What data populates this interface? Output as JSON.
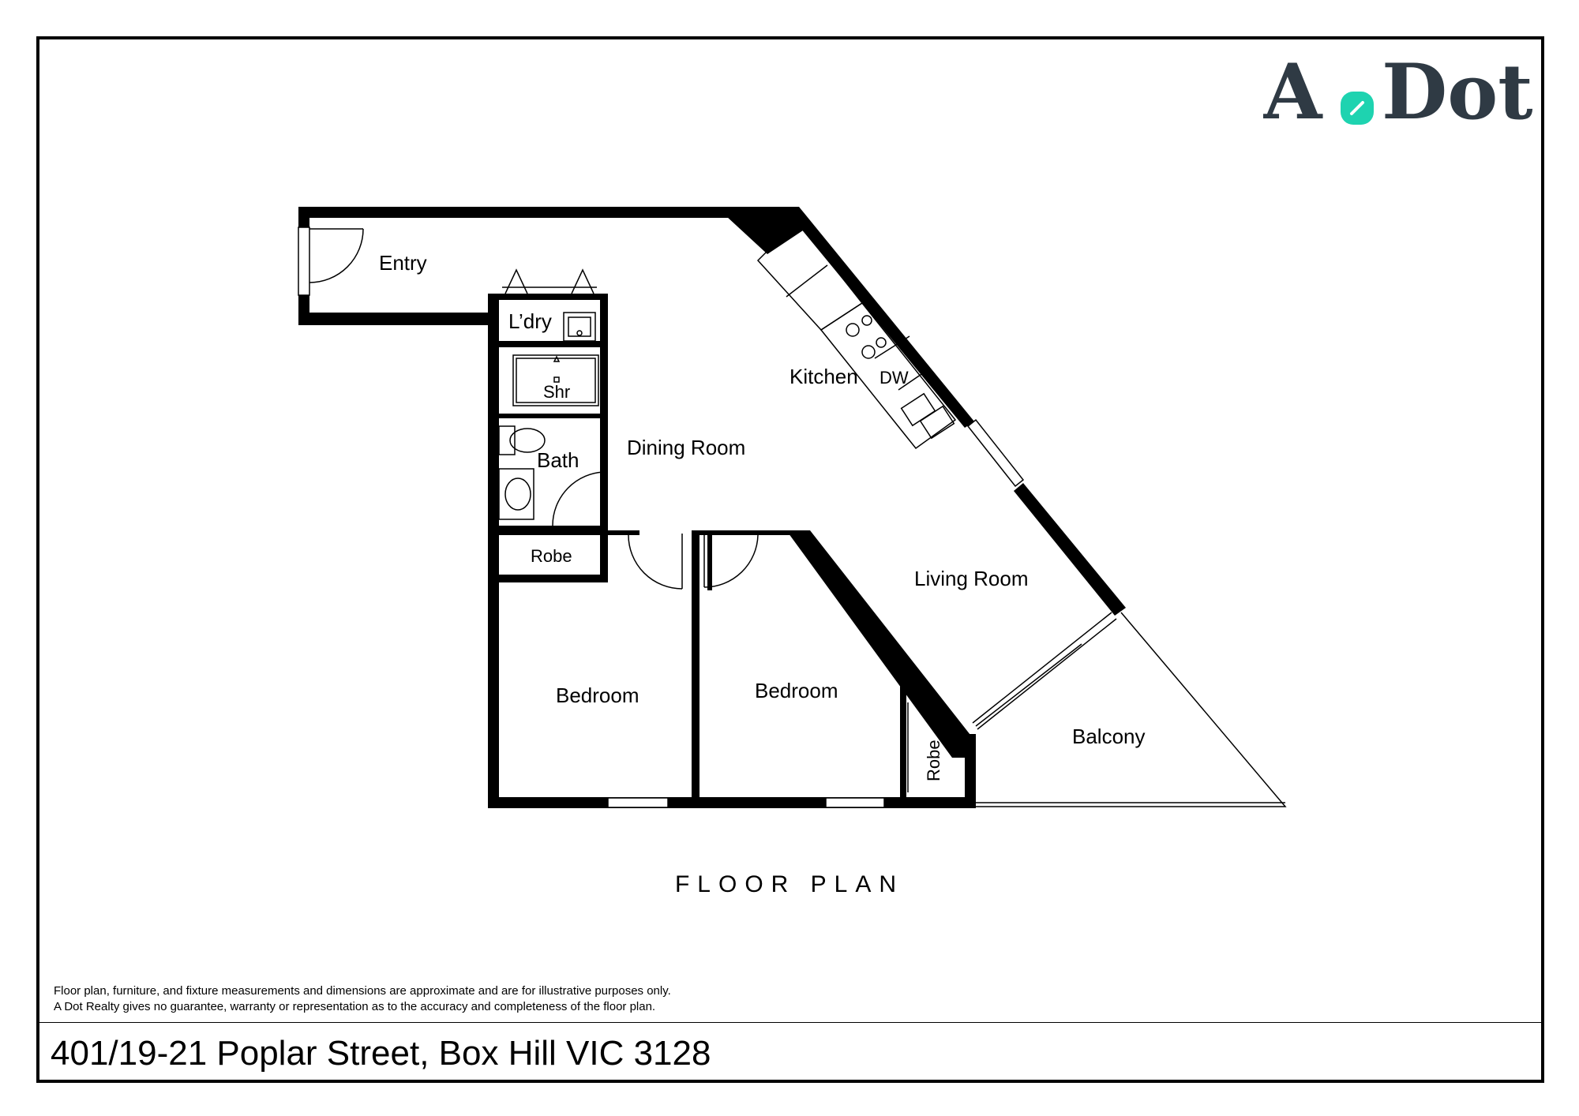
{
  "brand": {
    "logo_left": "A",
    "logo_right": "Dot",
    "accent_color": "#1ed3b0",
    "text_color": "#2f3a44"
  },
  "rooms": {
    "entry": "Entry",
    "laundry": "L’dry",
    "shower": "Shr",
    "bath": "Bath",
    "dining": "Dining Room",
    "kitchen": "Kitchen",
    "dishwasher": "DW",
    "living": "Living Room",
    "robe_left": "Robe",
    "bedroom_1": "Bedroom",
    "bedroom_2": "Bedroom",
    "robe_right": "Robe",
    "balcony": "Balcony"
  },
  "title": "FLOOR PLAN",
  "disclaimer": {
    "line1": "Floor plan, furniture, and fixture measurements and dimensions are approximate and are for illustrative purposes only.",
    "line2": "A Dot Realty gives no guarantee, warranty or representation as to the accuracy and completeness of the floor plan."
  },
  "address": "401/19-21 Poplar Street, Box Hill VIC 3128"
}
